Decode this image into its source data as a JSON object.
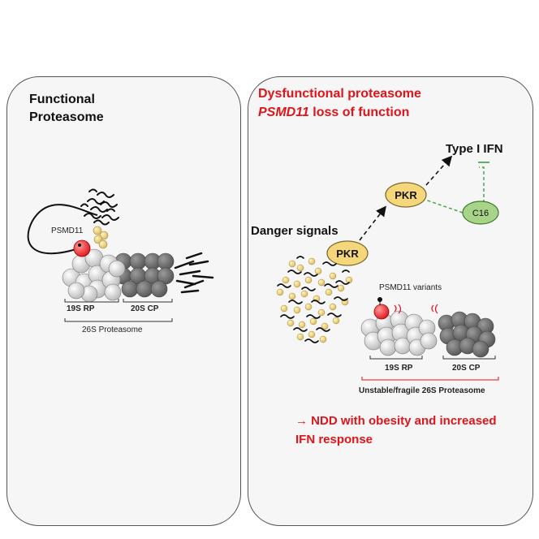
{
  "left_panel": {
    "title_line1": "Functional",
    "title_line2": "Proteasome",
    "label_psmd11": "PSMD11",
    "label_19s": "19S RP",
    "label_20s": "20S CP",
    "label_26s": "26S Proteasome"
  },
  "right_panel": {
    "title_line1": "Dysfunctional proteasome",
    "title_gene": "PSMD11",
    "title_rest": " loss of function",
    "type1_ifn": "Type I IFN",
    "pkr_top": "PKR",
    "pkr_bottom": "PKR",
    "c16": "C16",
    "danger_signals": "Danger signals",
    "psmd11_variants": "PSMD11 variants",
    "label_19s": "19S RP",
    "label_20s": "20S CP",
    "label_unstable": "Unstable/fragile 26S Proteasome",
    "conclusion_line1": "→ NDD with obesity and increased",
    "conclusion_line2": "IFN response"
  },
  "colors": {
    "title_red": "#e0141b",
    "pkr_fill": "#f5d67a",
    "c16_fill": "#a8d48a",
    "inhibition_green": "#3aa040",
    "psmd11_red": "#e0141b",
    "rp_grey": "#dcdcdc",
    "cp_grey": "#7a7a7a"
  }
}
